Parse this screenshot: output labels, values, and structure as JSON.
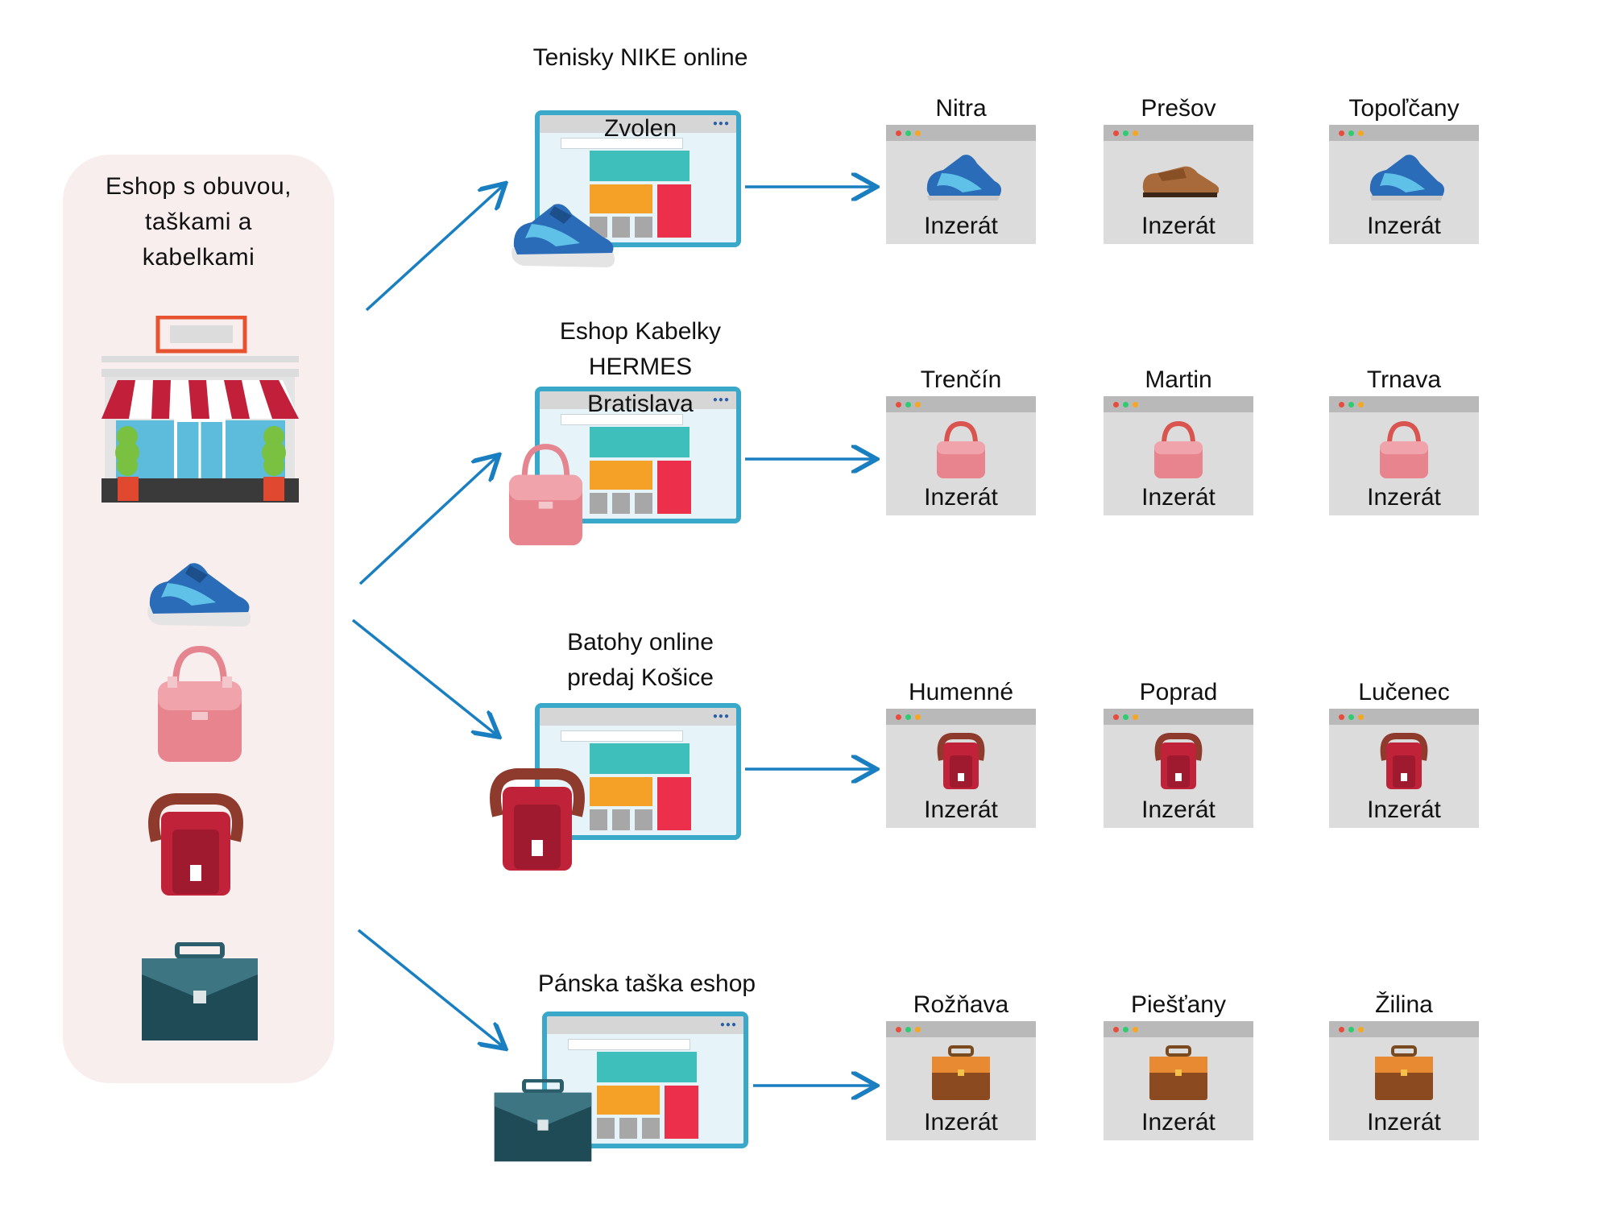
{
  "source": {
    "title_lines": [
      "Eshop s obuvou,",
      "taškami a",
      "kabelkami"
    ],
    "icons": [
      "store-icon",
      "sneaker-icon",
      "handbag-icon",
      "backpack-icon",
      "briefcase-icon"
    ]
  },
  "rows": [
    {
      "site_title_lines": [
        "Tenisky NIKE online"
      ],
      "site_city": "Zvolen",
      "site_icon": "sneaker-icon",
      "ads": [
        {
          "city": "Nitra",
          "label": "Inzerát",
          "icon": "sneaker-icon"
        },
        {
          "city": "Prešov",
          "label": "Inzerát",
          "icon": "dress-shoe-icon"
        },
        {
          "city": "Topoľčany",
          "label": "Inzerát",
          "icon": "sneaker-icon"
        }
      ]
    },
    {
      "site_title_lines": [
        "Eshop Kabelky",
        "HERMES"
      ],
      "site_city": "Bratislava",
      "site_icon": "handbag-icon",
      "ads": [
        {
          "city": "Trenčín",
          "label": "Inzerát",
          "icon": "handbag-icon"
        },
        {
          "city": "Martin",
          "label": "Inzerát",
          "icon": "handbag-icon"
        },
        {
          "city": "Trnava",
          "label": "Inzerát",
          "icon": "handbag-icon"
        }
      ]
    },
    {
      "site_title_lines": [
        "Batohy online",
        "predaj Košice"
      ],
      "site_city": "",
      "site_icon": "backpack-icon",
      "ads": [
        {
          "city": "Humenné",
          "label": "Inzerát",
          "icon": "backpack-icon"
        },
        {
          "city": "Poprad",
          "label": "Inzerát",
          "icon": "backpack-icon"
        },
        {
          "city": "Lučenec",
          "label": "Inzerát",
          "icon": "backpack-icon"
        }
      ]
    },
    {
      "site_title_lines": [
        "Pánska taška eshop"
      ],
      "site_city": "",
      "site_icon": "briefcase-icon",
      "ads": [
        {
          "city": "Rožňava",
          "label": "Inzerát",
          "icon": "briefcase-icon"
        },
        {
          "city": "Piešťany",
          "label": "Inzerát",
          "icon": "briefcase-icon"
        },
        {
          "city": "Žilina",
          "label": "Inzerát",
          "icon": "briefcase-icon"
        }
      ]
    }
  ],
  "colors": {
    "arrow": "#1a7fc0",
    "panel_bg": "#f7eeed",
    "browser_frame": "#3aa8c9"
  }
}
